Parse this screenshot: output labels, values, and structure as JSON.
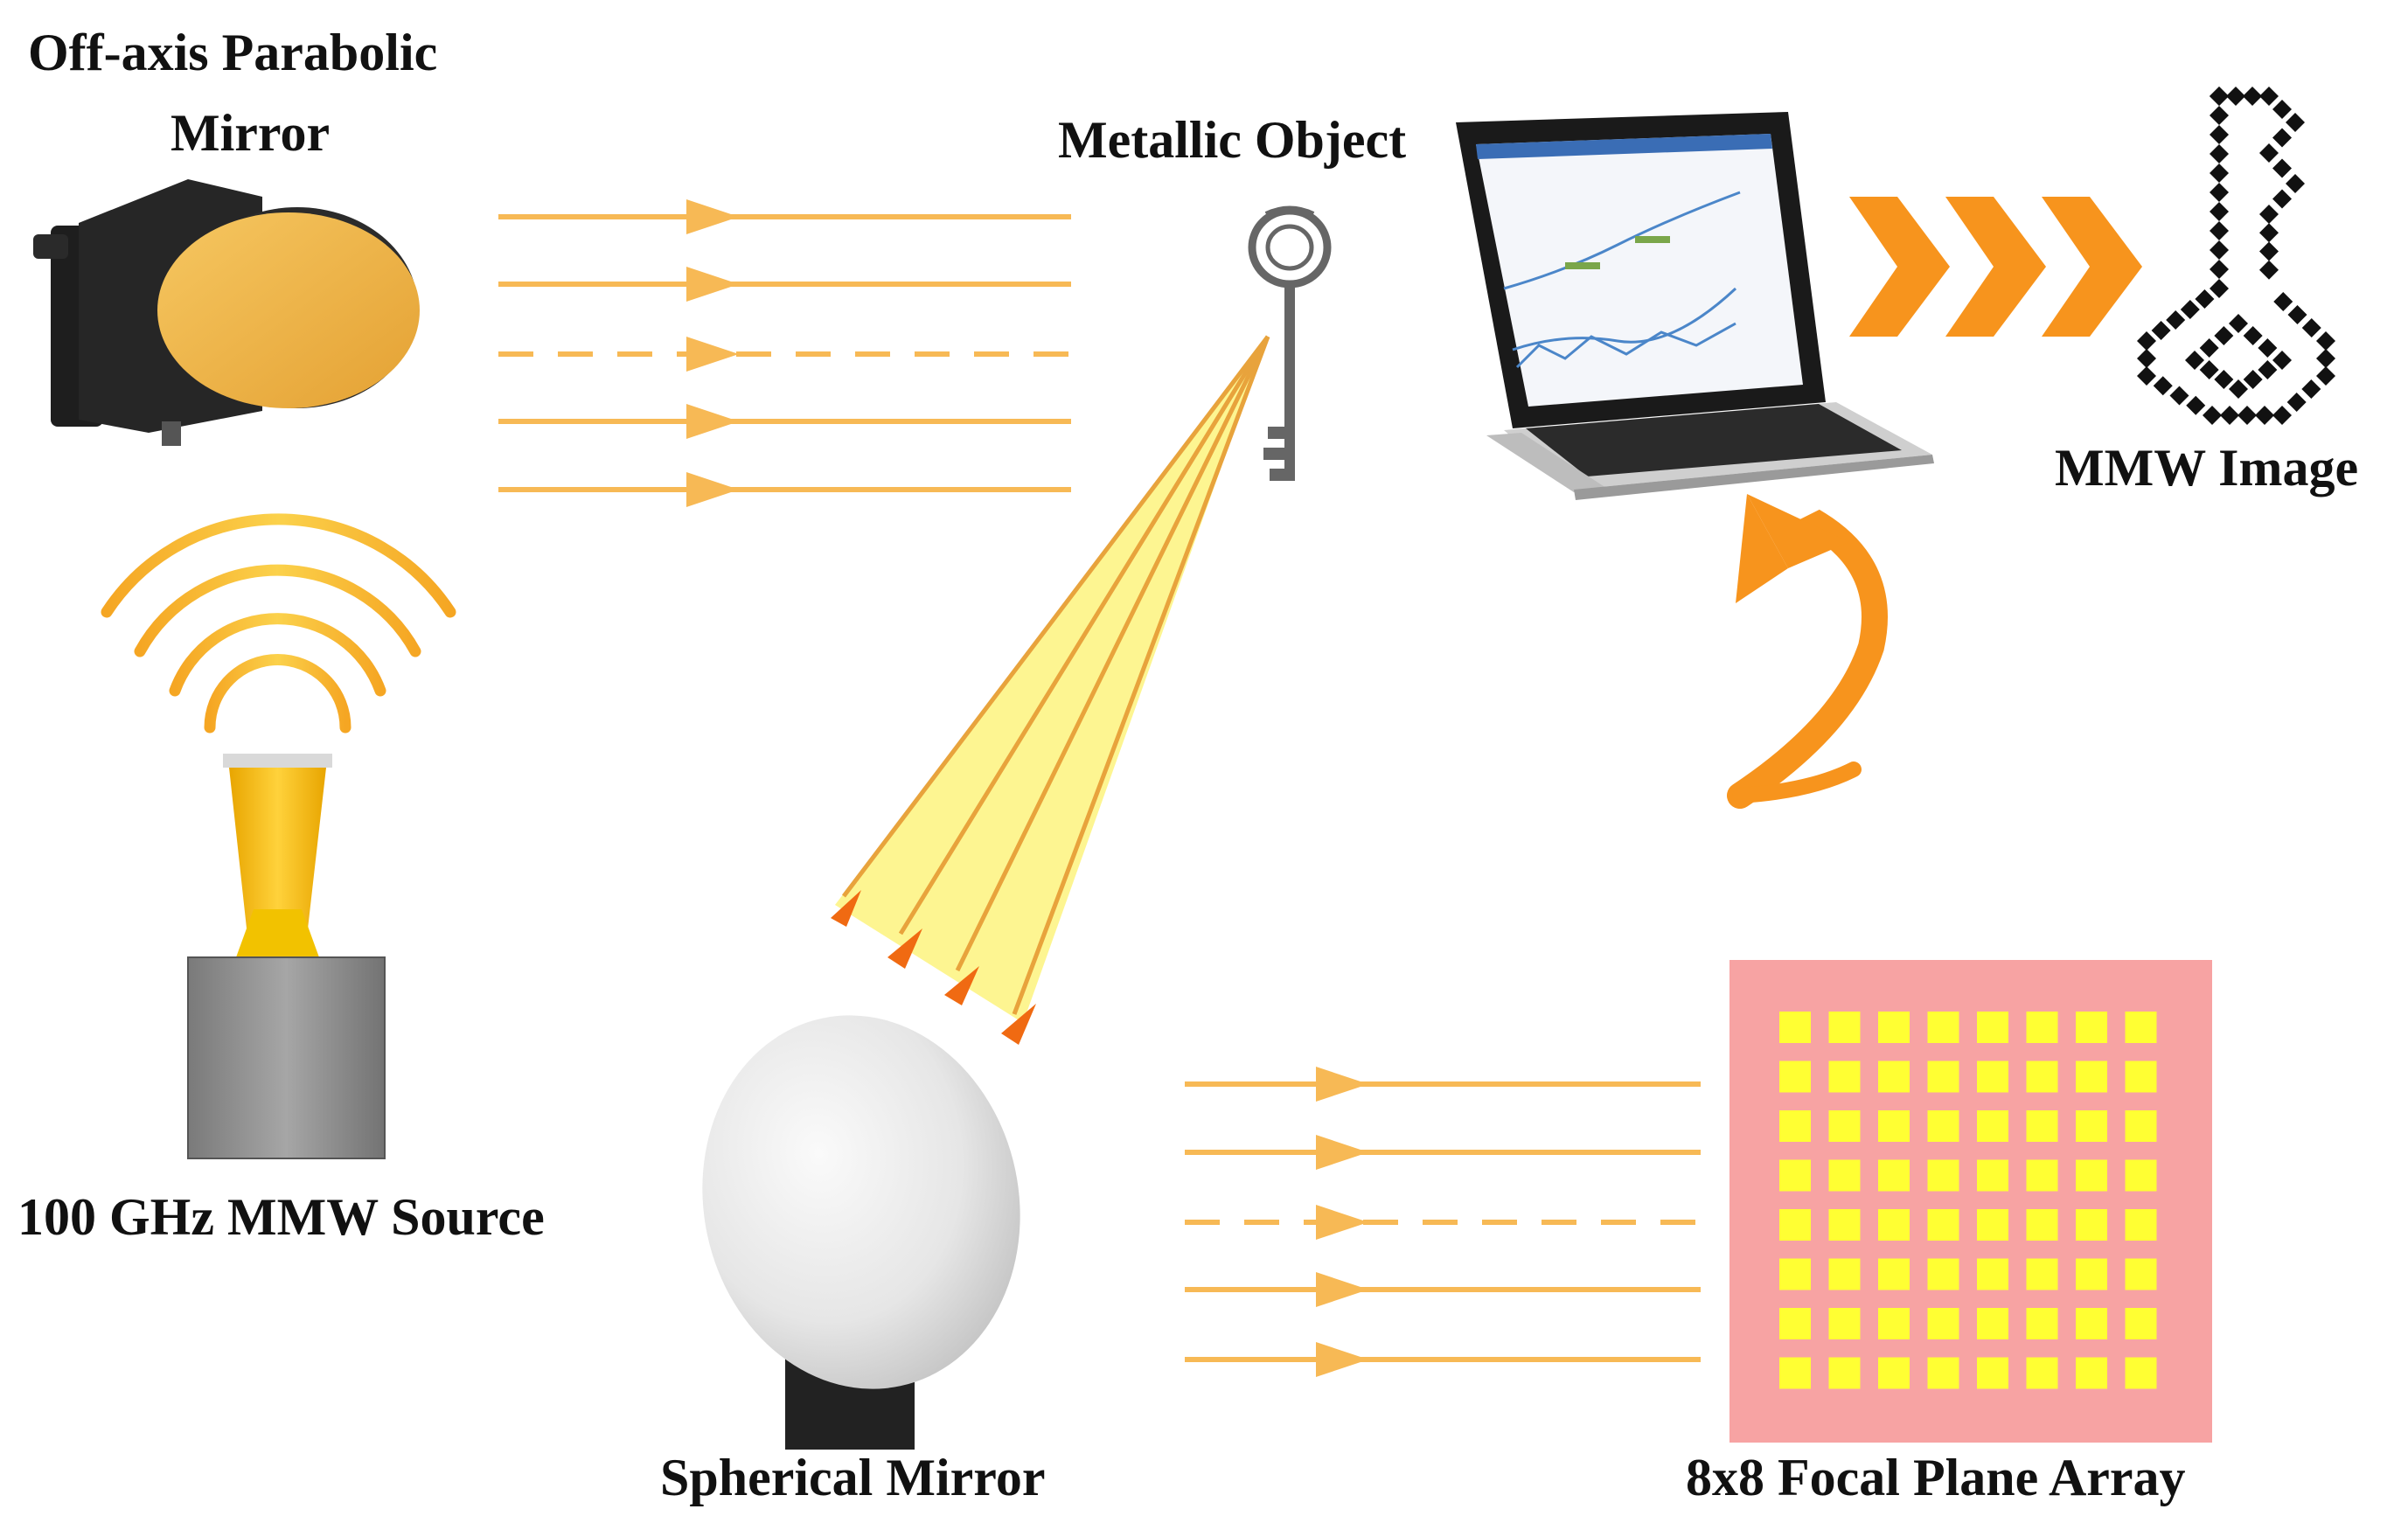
{
  "labels": {
    "parabolic_mirror_line1": "Off-axis Parabolic",
    "parabolic_mirror_line2": "Mirror",
    "source": "100 GHz MMW Source",
    "metallic_object": "Metallic Object",
    "mmw_image": "MMW Image",
    "spherical_mirror": "Spherical Mirror",
    "focal_plane_array": "8x8 Focal Plane Array"
  },
  "fpa": {
    "rows": 8,
    "cols": 8
  },
  "colors": {
    "beam": "#f7b955",
    "arrow_orange": "#f7941d",
    "fpa_background": "#f7a3a3",
    "fpa_pixel": "#ffff33",
    "reflected_beam_fill": "#fdf48b",
    "parabolic_mirror": "#f2b444",
    "horn": "#f8b800",
    "source_box": "#8c8c8c",
    "mmw_image_pixel": "#111111"
  }
}
